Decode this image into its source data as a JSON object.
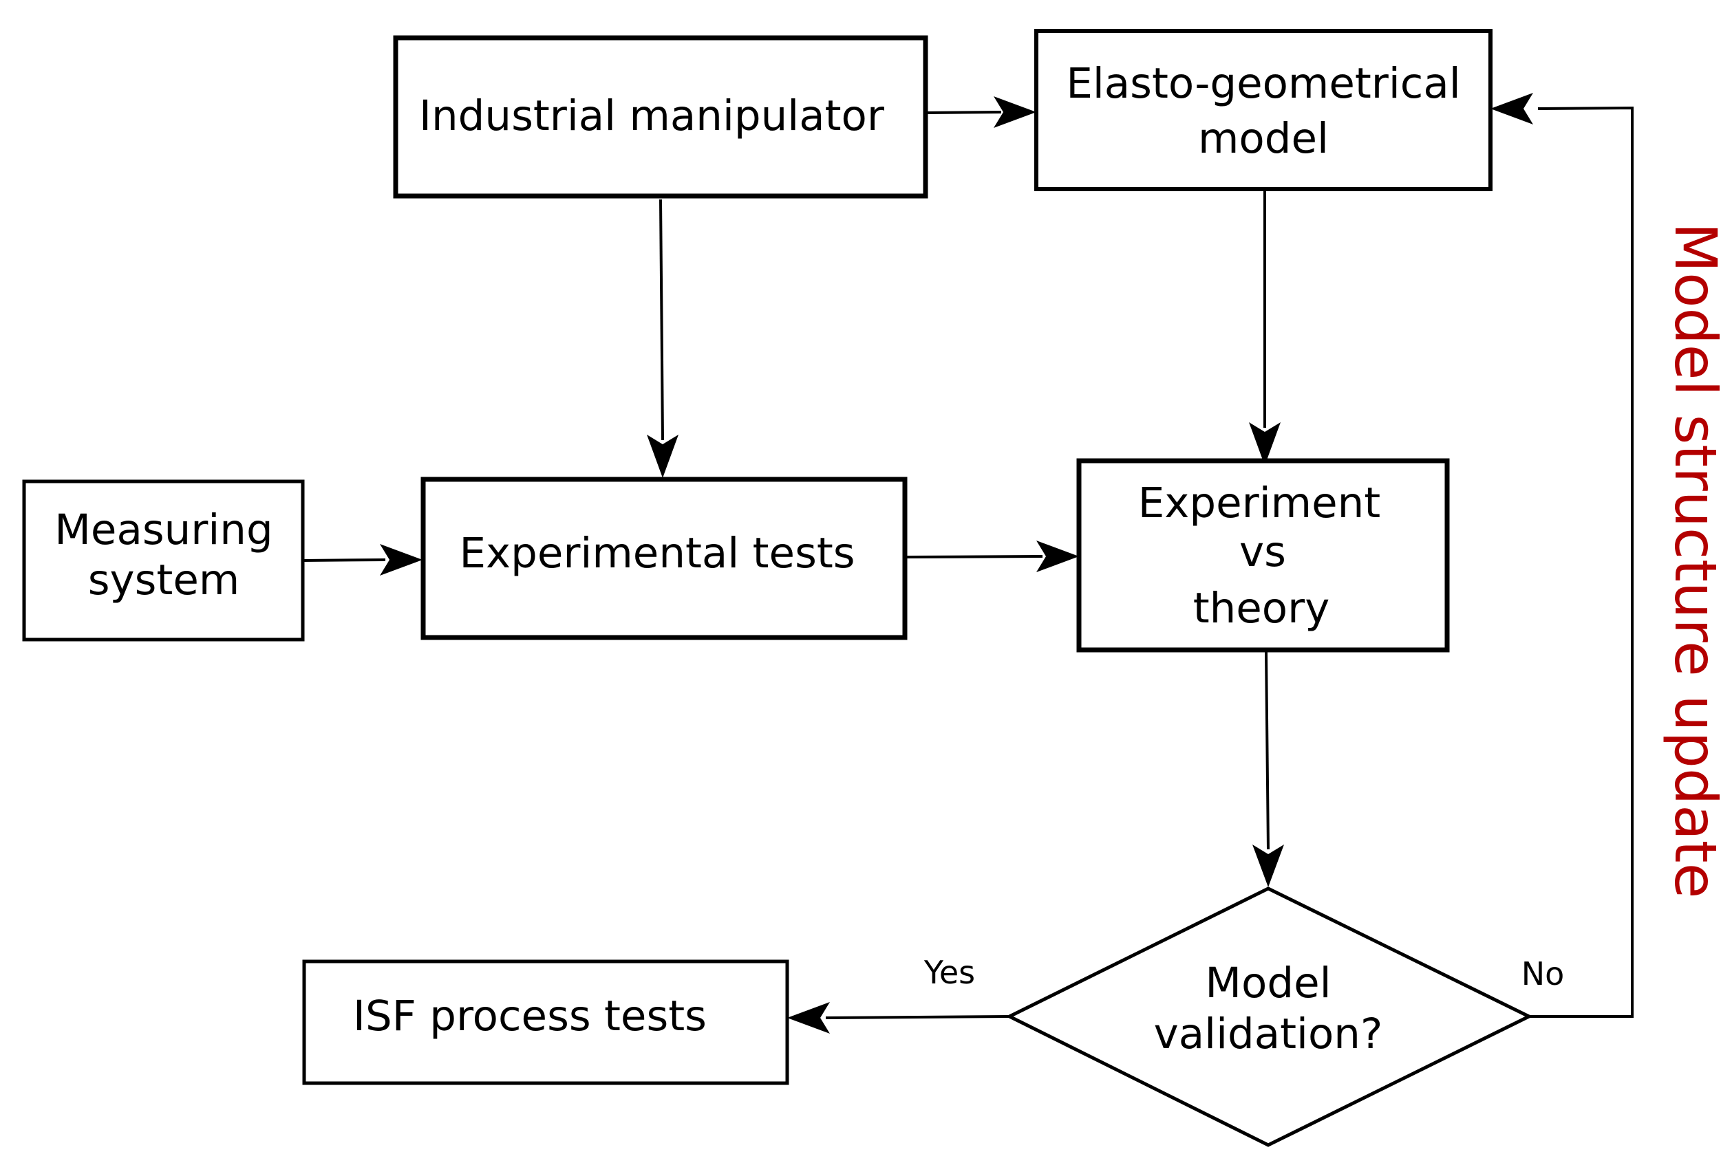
{
  "colors": {
    "stroke": "#000000",
    "background": "#ffffff",
    "feedback_label": "#b30000"
  },
  "nodes": {
    "industrial_manipulator": {
      "lines": [
        "Industrial manipulator"
      ]
    },
    "elasto_geometrical_model": {
      "lines": [
        "Elasto-geometrical",
        "model"
      ]
    },
    "measuring_system": {
      "lines": [
        "Measuring",
        "system"
      ]
    },
    "experimental_tests": {
      "lines": [
        "Experimental tests"
      ]
    },
    "experiment_vs_theory": {
      "lines": [
        "Experiment",
        "vs",
        "theory"
      ]
    },
    "model_validation": {
      "shape": "diamond",
      "lines": [
        "Model",
        "validation?"
      ]
    },
    "isf_process_tests": {
      "lines": [
        "ISF process tests"
      ]
    }
  },
  "edges": {
    "yes_label": "Yes",
    "no_label": "No"
  },
  "feedback": {
    "label": "Model structure update"
  }
}
